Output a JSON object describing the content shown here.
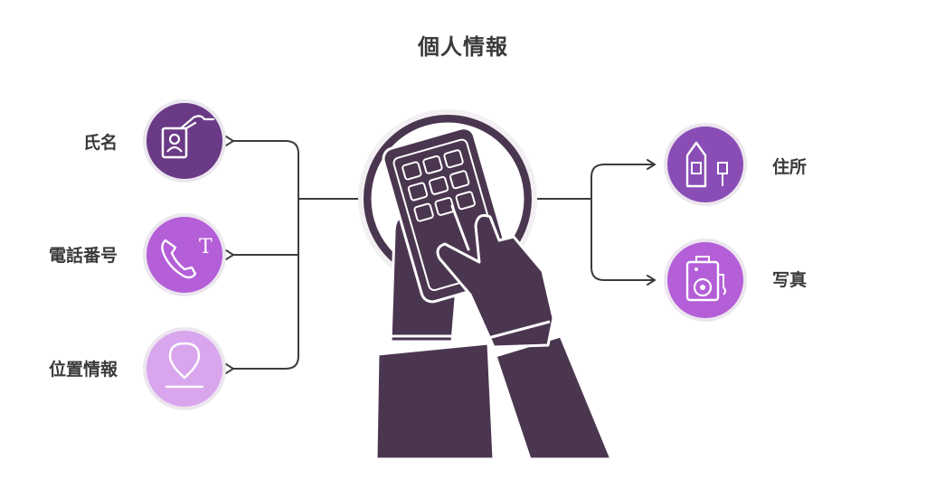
{
  "title": "個人情報",
  "items_left": [
    {
      "label": "氏名",
      "icon": "id-card-icon",
      "color": "#6a3a86"
    },
    {
      "label": "電話番号",
      "icon": "phone-icon",
      "color": "#b45ed8"
    },
    {
      "label": "位置情報",
      "icon": "location-pin-icon",
      "color": "#d9a6ee"
    }
  ],
  "items_right": [
    {
      "label": "住所",
      "icon": "house-mailbox-icon",
      "color": "#8a4db6"
    },
    {
      "label": "写真",
      "icon": "camera-icon",
      "color": "#b45ed8"
    }
  ],
  "center": {
    "icon": "hands-phone-icon",
    "color": "#4b3650"
  },
  "colors": {
    "text": "#3a3a3a",
    "line": "#3c3c3c",
    "center_dark": "#4b3650",
    "center_ring": "#f2f0f2"
  }
}
